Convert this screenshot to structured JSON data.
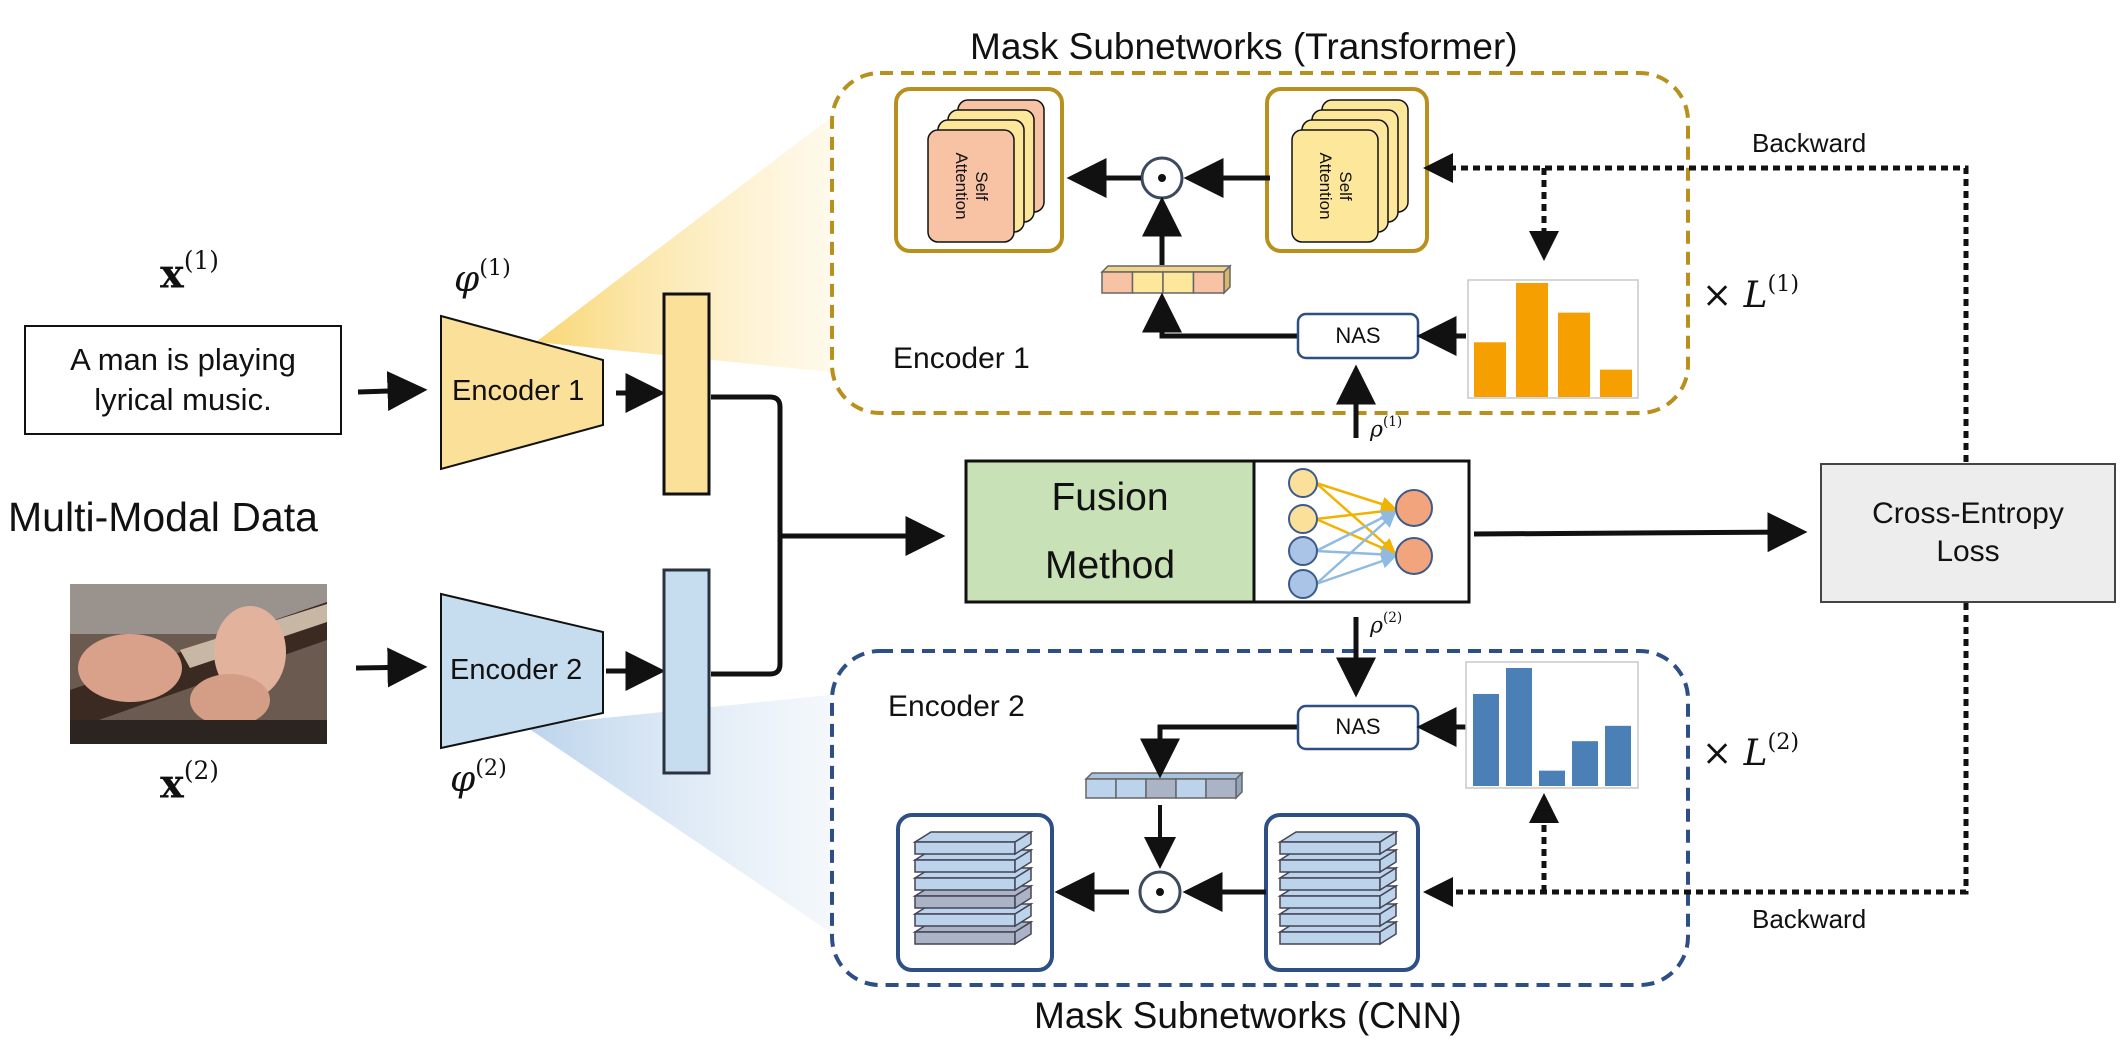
{
  "inputs": {
    "text_symbol_base": "x",
    "text_symbol_sup": "(1)",
    "text_content_line1": "A man is playing",
    "text_content_line2": "lyrical music.",
    "image_symbol_base": "x",
    "image_symbol_sup": "(2)",
    "modal_label": "Multi-Modal Data"
  },
  "encoders": {
    "enc1_label": "Encoder 1",
    "enc1_param_base": "φ",
    "enc1_param_sup": "(1)",
    "enc2_label": "Encoder 2",
    "enc2_param_base": "φ",
    "enc2_param_sup": "(2)"
  },
  "fusion": {
    "line1": "Fusion",
    "line2": "Method",
    "rho1_base": "ρ",
    "rho1_sup": "(1)",
    "rho2_base": "ρ",
    "rho2_sup": "(2)"
  },
  "loss": {
    "line1": "Cross-Entropy",
    "line2": "Loss"
  },
  "top_block": {
    "title": "Mask Subnetworks (Transformer)",
    "encoder_label": "Encoder 1",
    "nas_label": "NAS",
    "self_attention_line1": "Self",
    "self_attention_line2": "Attention",
    "backward_label": "Backward",
    "times_symbol": "×",
    "layers_base": "L",
    "layers_sup": "(1)",
    "bar_values": [
      0.48,
      1.0,
      0.74,
      0.24
    ],
    "colors": {
      "border": "#b8901d",
      "bars": "#f5a000",
      "attn_front": "#f7c3a4",
      "attn_back": "#fde79a",
      "fill_bg": "#fbe7ad"
    }
  },
  "bottom_block": {
    "title": "Mask Subnetworks (CNN)",
    "encoder_label": "Encoder 2",
    "nas_label": "NAS",
    "backward_label": "Backward",
    "times_symbol": "×",
    "layers_base": "L",
    "layers_sup": "(2)",
    "bar_values": [
      0.78,
      1.0,
      0.13,
      0.38,
      0.51
    ],
    "colors": {
      "border": "#2e4e86",
      "bars": "#4b80b7",
      "layer_light": "#bcd3ec",
      "layer_dark": "#aab4c6"
    }
  },
  "colors": {
    "encoder1_fill": "#fbe09a",
    "encoder2_fill": "#c6dcef",
    "fusion_fill": "#c8e1b7",
    "loss_fill": "#ededed"
  }
}
